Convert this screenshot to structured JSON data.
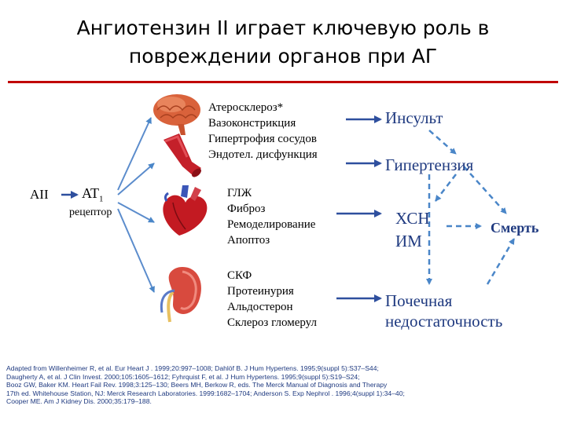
{
  "title": {
    "line1": "Ангиотензин II играет ключевую роль в",
    "line2": "повреждении органов при АГ"
  },
  "left": {
    "a2": "AII",
    "at1": "AT",
    "at1_sub": "1",
    "receptor": "рецептор"
  },
  "organs": {
    "brain_vessel": [
      "Атеросклероз*",
      "Вазоконстрикция",
      "Гипертрофия сосудов",
      "Эндотел. дисфункция"
    ],
    "heart": [
      "ГЛЖ",
      "Фиброз",
      "Ремоделирование",
      "Апоптоз"
    ],
    "kidney": [
      "СКФ",
      "Протеинурия",
      "Альдостерон",
      "Склероз гломерул"
    ]
  },
  "outcomes": {
    "stroke": "Инсульт",
    "hypertension": "Гипертензия",
    "chf": "ХСН",
    "mi": "ИМ",
    "death": "Смерть",
    "renal_line1": "Почечная",
    "renal_line2": "недостаточность"
  },
  "references": [
    "Adapted from Willenheimer R, et al. Eur Heart J . 1999;20:997–1008; Dahlöf B. J Hum Hypertens. 1995;9(suppl 5):S37–S44;",
    "Daugherty A, et al. J Clin Invest. 2000;105:1605–1612; Fyhrquist F, et al. J Hum Hypertens. 1995;9(suppl 5):S19–S24;",
    "Booz GW, Baker KM. Heart Fail Rev. 1998;3:125–130; Beers MH, Berkow R, eds. The Merck Manual of Diagnosis and Therapy",
    "17th ed. Whitehouse Station, NJ: Merck Research Laboratories. 1999:1682–1704; Anderson S. Exp Nephrol . 1996;4(suppl 1):34–40;",
    "Cooper ME. Am J Kidney Dis. 2000;35:179–188."
  ],
  "colors": {
    "accent_rule": "#c00000",
    "arrow_blue": "#2e4f9e",
    "text_blue": "#1f3a80"
  }
}
